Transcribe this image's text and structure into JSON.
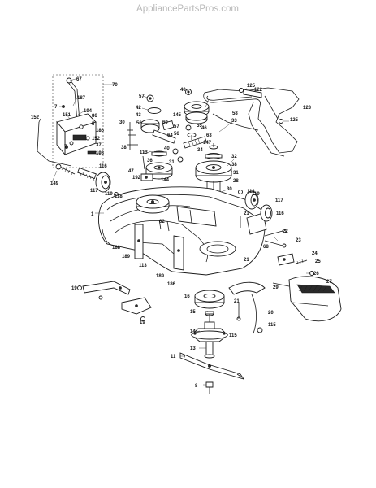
{
  "watermark": "AppliancePartsPros.com",
  "callouts": [
    {
      "id": "l70",
      "text": "70"
    },
    {
      "id": "l67",
      "text": "67"
    },
    {
      "id": "l187",
      "text": "187"
    },
    {
      "id": "l7a",
      "text": "7"
    },
    {
      "id": "l151",
      "text": "151"
    },
    {
      "id": "l194",
      "text": "194"
    },
    {
      "id": "l86",
      "text": "86"
    },
    {
      "id": "l5",
      "text": "5"
    },
    {
      "id": "l186",
      "text": "186"
    },
    {
      "id": "l152a",
      "text": "152"
    },
    {
      "id": "l152b",
      "text": "152"
    },
    {
      "id": "l37",
      "text": "37"
    },
    {
      "id": "l7b",
      "text": "7"
    },
    {
      "id": "l193",
      "text": "193"
    },
    {
      "id": "l116a",
      "text": "116"
    },
    {
      "id": "l149",
      "text": "149"
    },
    {
      "id": "l117a",
      "text": "117"
    },
    {
      "id": "l119a",
      "text": "119"
    },
    {
      "id": "l118a",
      "text": "118"
    },
    {
      "id": "l57a",
      "text": "57"
    },
    {
      "id": "l42",
      "text": "42"
    },
    {
      "id": "l43",
      "text": "43"
    },
    {
      "id": "l56a",
      "text": "56"
    },
    {
      "id": "l60",
      "text": "60"
    },
    {
      "id": "l64",
      "text": "64"
    },
    {
      "id": "l30a",
      "text": "30"
    },
    {
      "id": "l38a",
      "text": "38"
    },
    {
      "id": "l113a",
      "text": "113"
    },
    {
      "id": "l36",
      "text": "36"
    },
    {
      "id": "l31a",
      "text": "31"
    },
    {
      "id": "l47",
      "text": "47"
    },
    {
      "id": "l192",
      "text": "192"
    },
    {
      "id": "l144",
      "text": "144"
    },
    {
      "id": "l40a",
      "text": "40"
    },
    {
      "id": "l145",
      "text": "145"
    },
    {
      "id": "l57b",
      "text": "57"
    },
    {
      "id": "l56b",
      "text": "56"
    },
    {
      "id": "l55",
      "text": "55"
    },
    {
      "id": "l46",
      "text": "46"
    },
    {
      "id": "l63",
      "text": "63"
    },
    {
      "id": "l147",
      "text": "147"
    },
    {
      "id": "l40b",
      "text": "40"
    },
    {
      "id": "l34",
      "text": "34"
    },
    {
      "id": "l33",
      "text": "33"
    },
    {
      "id": "l32",
      "text": "32"
    },
    {
      "id": "l38b",
      "text": "38"
    },
    {
      "id": "l31b",
      "text": "31"
    },
    {
      "id": "l28",
      "text": "28"
    },
    {
      "id": "l30b",
      "text": "30"
    },
    {
      "id": "l125a",
      "text": "125"
    },
    {
      "id": "l122",
      "text": "122"
    },
    {
      "id": "l58",
      "text": "58"
    },
    {
      "id": "l123",
      "text": "123"
    },
    {
      "id": "l125b",
      "text": "125"
    },
    {
      "id": "l118b",
      "text": "118"
    },
    {
      "id": "l119b",
      "text": "119"
    },
    {
      "id": "l117b",
      "text": "117"
    },
    {
      "id": "l116b",
      "text": "116"
    },
    {
      "id": "l21a",
      "text": "21"
    },
    {
      "id": "l1",
      "text": "1"
    },
    {
      "id": "l62",
      "text": "62"
    },
    {
      "id": "l188",
      "text": "188"
    },
    {
      "id": "l189a",
      "text": "189"
    },
    {
      "id": "l113b",
      "text": "113"
    },
    {
      "id": "l189b",
      "text": "189"
    },
    {
      "id": "l186b",
      "text": "186"
    },
    {
      "id": "l21b",
      "text": "21"
    },
    {
      "id": "l68",
      "text": "68"
    },
    {
      "id": "l22",
      "text": "22"
    },
    {
      "id": "l23",
      "text": "23"
    },
    {
      "id": "l24",
      "text": "24"
    },
    {
      "id": "l25",
      "text": "25"
    },
    {
      "id": "l26",
      "text": "26"
    },
    {
      "id": "l27",
      "text": "27"
    },
    {
      "id": "l29",
      "text": "29"
    },
    {
      "id": "l20",
      "text": "20"
    },
    {
      "id": "l19a",
      "text": "19"
    },
    {
      "id": "l19b",
      "text": "19"
    },
    {
      "id": "l16",
      "text": "16"
    },
    {
      "id": "l15",
      "text": "15"
    },
    {
      "id": "l14",
      "text": "14"
    },
    {
      "id": "l13",
      "text": "13"
    },
    {
      "id": "l11",
      "text": "11"
    },
    {
      "id": "l8",
      "text": "8"
    },
    {
      "id": "l115a",
      "text": "115"
    },
    {
      "id": "l115b",
      "text": "115"
    },
    {
      "id": "l21c",
      "text": "21"
    }
  ]
}
